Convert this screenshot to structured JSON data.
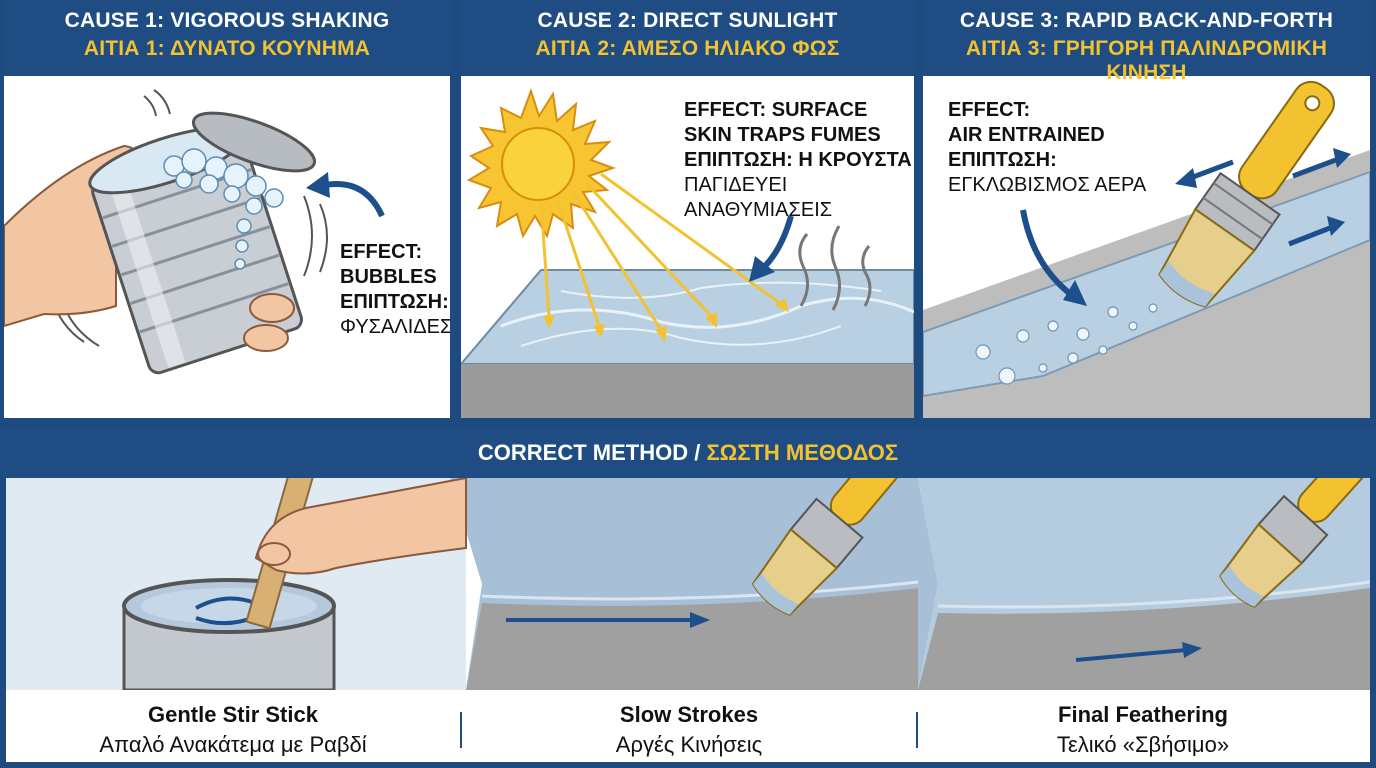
{
  "causes": [
    {
      "title_en": "CAUSE 1: VIGOROUS SHAKING",
      "title_gr": "ΑΙΤΙΑ 1: ΔΥΝΑΤΟ ΚΟΥΝΗΜΑ",
      "effect_en_lines": [
        "EFFECT:",
        "BUBBLES"
      ],
      "effect_gr_label": "ΕΠΙΠΤΩΣΗ:",
      "effect_gr_lines": [
        "ΦΥΣΑΛΙΔΕΣ"
      ]
    },
    {
      "title_en": "CAUSE 2: DIRECT SUNLIGHT",
      "title_gr": "ΑΙΤΙΑ 2: ΑΜΕΣΟ ΗΛΙΑΚΟ ΦΩΣ",
      "effect_en_lines": [
        "EFFECT: SURFACE",
        "SKIN TRAPS FUMES"
      ],
      "effect_gr_label": "ΕΠΙΠΤΩΣΗ: Η ΚΡΟΥΣΤΑ",
      "effect_gr_lines": [
        "ΠΑΓΙΔΕΥΕΙ ΑΝΑΘΥΜΙΑΣΕΙΣ"
      ]
    },
    {
      "title_en": "CAUSE 3: RAPID BACK-AND-FORTH",
      "title_gr": "ΑΙΤΙΑ 3: ΓΡΗΓΟΡΗ ΠΑΛΙΝΔΡΟΜΙΚΗ ΚΙΝΗΣΗ",
      "effect_en_lines": [
        "EFFECT:",
        "AIR ENTRAINED"
      ],
      "effect_gr_label": "ΕΠΙΠΤΩΣΗ:",
      "effect_gr_lines": [
        "ΕΓΚΛΩΒΙΣΜΟΣ ΑΕΡΑ"
      ]
    }
  ],
  "correct": {
    "title_en": "CORRECT METHOD /",
    "title_gr": "ΣΩΣΤΗ ΜΕΘΟΔΟΣ",
    "steps": [
      {
        "en": "Gentle Stir Stick",
        "gr": "Απαλό Ανακάτεμα με Ραβδί"
      },
      {
        "en": "Slow Strokes",
        "gr": "Αργές Κινήσεις"
      },
      {
        "en": "Final Feathering",
        "gr": "Τελικό «Σβήσιμο»"
      }
    ]
  },
  "colors": {
    "navy": "#1f4c83",
    "gold": "#f2c230",
    "surface_blue": "#b9cfe2",
    "arrow_blue": "#1d4f8c",
    "sun": "#f7c531"
  }
}
